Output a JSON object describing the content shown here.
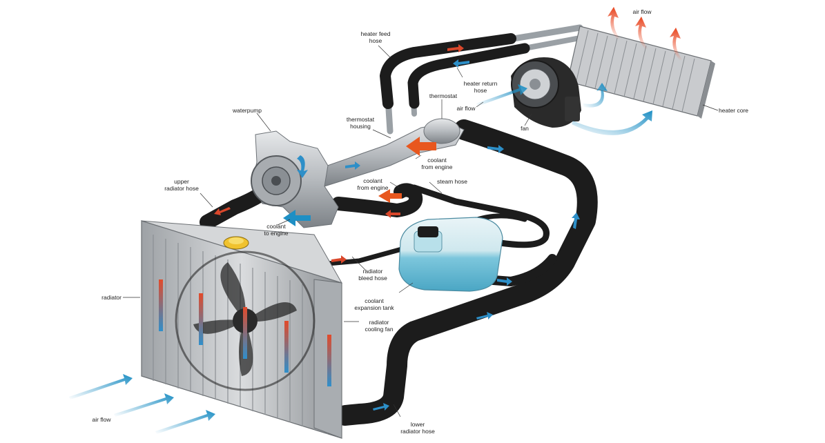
{
  "colors": {
    "hose": "#1c1c1c",
    "metal": "#b9bcbf",
    "metal_dark": "#7b7f84",
    "coolant_tank": "#8fd3e6",
    "airflow_blue": "#1e8fc4",
    "airflow_red": "#e8441e",
    "hot": "#d9472b",
    "cold": "#2d8fc8"
  },
  "labels": {
    "air_flow_top": "air flow",
    "heater_feed_hose": "heater feed\nhose",
    "heater_return_hose": "heater return\nhose",
    "thermostat": "thermostat",
    "air_flow_fan": "air flow",
    "fan": "fan",
    "heater_core": "heater core",
    "waterpump": "waterpump",
    "thermostat_housing": "thermostat\nhousing",
    "coolant_from_engine_1": "coolant\nfrom engine",
    "coolant_from_engine_2": "coolant\nfrom engine",
    "steam_hose": "steam hose",
    "upper_radiator_hose": "upper\nradiator hose",
    "coolant_to_engine": "coolant\nto engine",
    "radiator_bleed_hose": "radiator\nbleed hose",
    "coolant_expansion_tank": "coolant\nexpansion tank",
    "radiator": "radiator",
    "radiator_cooling_fan": "radiator\ncooling fan",
    "air_flow_bottom": "air flow",
    "lower_radiator_hose": "lower\nradiator hose"
  },
  "icons": {
    "hot_flow_arrow": "red-arrow-icon",
    "cold_flow_arrow": "blue-arrow-icon",
    "airflow_arrow": "airflow-arrow-icon"
  }
}
